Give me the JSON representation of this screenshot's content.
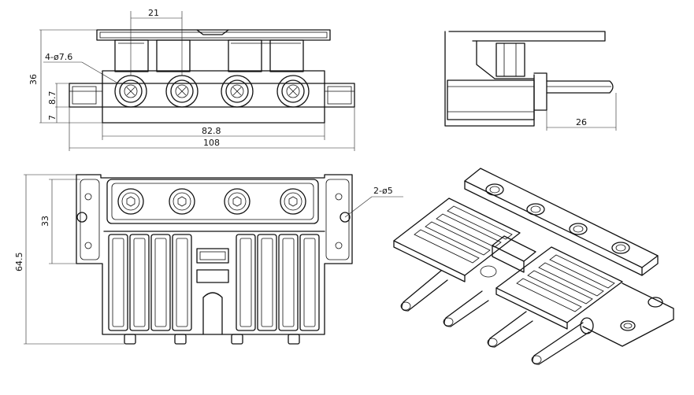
{
  "dimensions": {
    "front_top_spacing": "21",
    "hole_callout": "4-ø7.6",
    "height_total": "36",
    "height_mid": "8.7",
    "height_low": "7",
    "inner_width": "82.8",
    "overall_width": "108",
    "side_pin_length": "26",
    "plan_height_total": "64.5",
    "plan_height_partial": "33",
    "mount_hole_callout": "2-ø5"
  },
  "views": [
    "front-view",
    "side-view",
    "top-view",
    "isometric-view"
  ]
}
